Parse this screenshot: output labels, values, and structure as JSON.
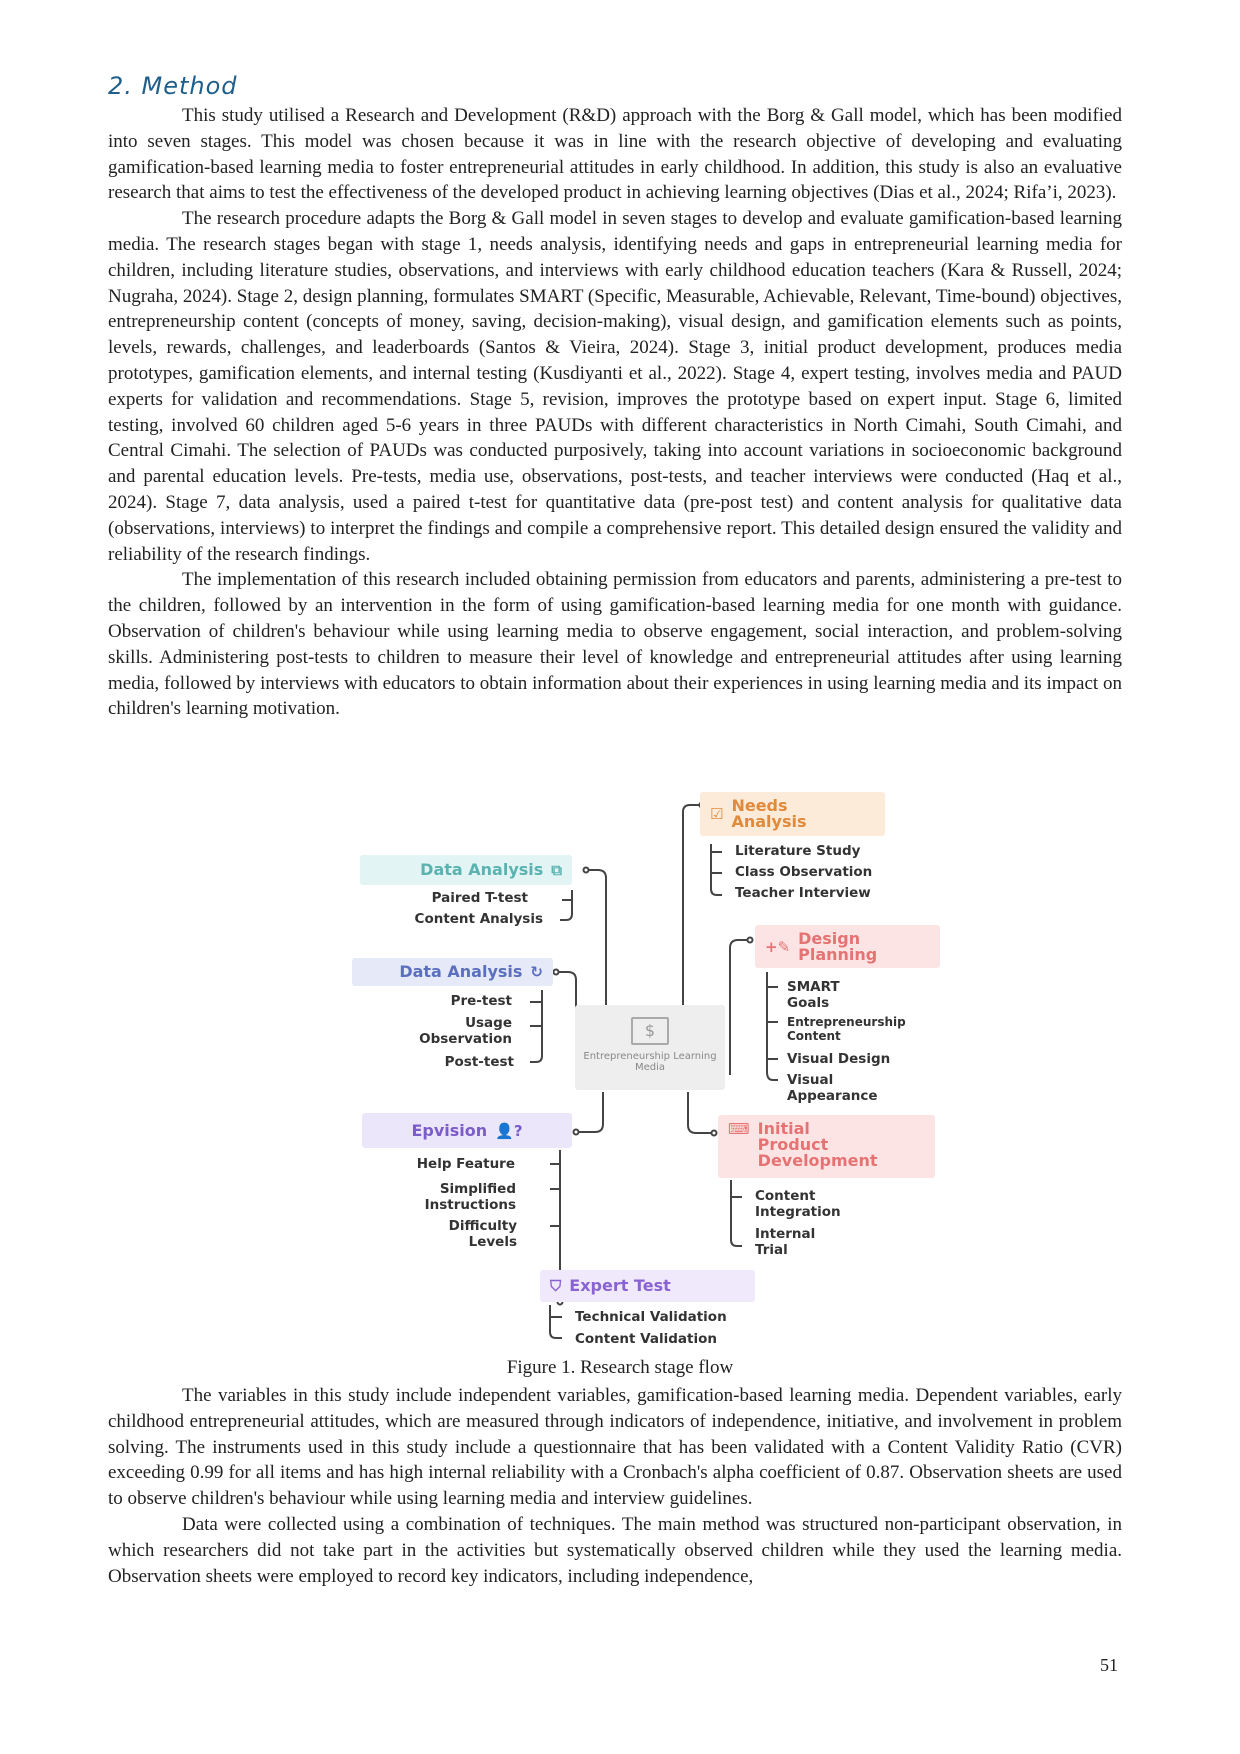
{
  "section": {
    "heading": "2. Method"
  },
  "intro_paragraphs": [
    "This study utilised a Research and Development (R&D) approach with the Borg & Gall model, which has been modified into seven stages. This model was chosen because it was in line with the research objective of developing and evaluating gamification-based learning media to foster entrepreneurial attitudes in early childhood. In addition, this study is also an evaluative research that aims to test the effectiveness of the developed product in achieving learning objectives (Dias et al., 2024; Rifa’i, 2023).",
    "The research procedure adapts the Borg & Gall model in seven stages to develop and evaluate gamification-based learning media. The research stages began with stage 1, needs analysis, identifying needs and gaps in entrepreneurial learning media for children, including literature studies, observations, and interviews with early childhood education teachers (Kara & Russell, 2024; Nugraha, 2024). Stage 2, design planning, formulates SMART (Specific, Measurable, Achievable, Relevant, Time-bound) objectives, entrepreneurship content (concepts of money, saving, decision-making), visual design, and gamification elements such as points, levels, rewards, challenges, and leaderboards (Santos & Vieira, 2024). Stage 3, initial product development, produces media prototypes, gamification elements, and internal testing (Kusdiyanti et al., 2022). Stage 4, expert testing, involves media and PAUD experts for validation and recommendations. Stage 5, revision, improves the prototype based on expert input. Stage 6, limited testing, involved 60 children aged 5-6 years in three PAUDs with different characteristics in North Cimahi, South Cimahi, and Central Cimahi. The selection of PAUDs was conducted purposively, taking into account variations in socioeconomic background and parental education levels. Pre-tests, media use, observations, post-tests, and teacher interviews were conducted  (Haq et al., 2024). Stage 7, data analysis, used a paired t-test for quantitative data (pre-post test) and content analysis for qualitative data (observations, interviews) to interpret the findings and compile a comprehensive report. This detailed design ensured the validity and reliability of the research findings.",
    "The implementation of this research included obtaining permission from educators and parents, administering a pre-test to the children, followed by an intervention in the form of using gamification-based learning media for one month with guidance. Observation of children's behaviour while using learning media to observe engagement, social interaction, and problem-solving skills. Administering post-tests to children to measure their level of knowledge and entrepreneurial attitudes after using learning media, followed by interviews with educators to obtain information about their experiences in using learning media and its impact on children's learning motivation."
  ],
  "figure": {
    "caption": "Figure 1. Research stage flow",
    "center": {
      "label": "Entrepreneurship Learning Media",
      "icon": "monitor-dollar-icon",
      "glyph": "$"
    },
    "nodes": {
      "needs": {
        "title": "Needs\nAnalysis",
        "icon": "checkbox-icon",
        "glyph": "☑",
        "color": "#e08a3c",
        "bg": "#fdebd9",
        "items": [
          "Literature Study",
          "Class Observation",
          "Teacher Interview"
        ]
      },
      "design": {
        "title": "Design\nPlanning",
        "icon": "design-pencil-icon",
        "glyph": "+✎",
        "color": "#e57373",
        "bg": "#fde4e4",
        "items": [
          "SMART\nGoals",
          "Entrepreneurship\nContent",
          "Visual Design",
          "Visual\nAppearance"
        ]
      },
      "initial": {
        "title": "Initial\nProduct\nDevelopment",
        "icon": "presentation-icon",
        "glyph": "⌨",
        "color": "#e57373",
        "bg": "#fde4e4",
        "items": [
          "Content\nIntegration",
          "Internal\nTrial"
        ]
      },
      "expert": {
        "title": "Expert Test",
        "icon": "shield-check-icon",
        "glyph": "⛉",
        "color": "#8a63d2",
        "bg": "#efe9fb",
        "items": [
          "Technical Validation",
          "Content Validation"
        ]
      },
      "revision": {
        "title": "Epvision",
        "icon": "user-question-icon",
        "glyph": "👤?",
        "color": "#7b5cc8",
        "bg": "#ece6fa",
        "items": [
          "Help Feature",
          "Simplified\nInstructions",
          "Difficulty\nLevels"
        ]
      },
      "trial": {
        "title": "Data Analysis",
        "icon": "refresh-arrow-icon",
        "glyph": "↻",
        "color": "#5b6fbf",
        "bg": "#e6e9f8",
        "items": [
          "Pre-test",
          "Usage\nObservation",
          "Post-test"
        ]
      },
      "analysis": {
        "title": "Data Analysis",
        "icon": "flowchart-icon",
        "glyph": "⧉",
        "color": "#5ab3b0",
        "bg": "#e2f4f4",
        "items": [
          "Paired T-test",
          "Content Analysis"
        ]
      }
    }
  },
  "after_paragraphs": [
    "The variables in this study include independent variables, gamification-based learning media. Dependent variables, early childhood entrepreneurial attitudes, which are measured through indicators of independence, initiative, and involvement in problem solving. The instruments used in this study include a questionnaire that has been validated with a Content Validity Ratio (CVR) exceeding 0.99 for all items and has high internal reliability with a Cronbach's alpha coefficient of 0.87. Observation sheets are used to observe children's behaviour while using learning media and interview guidelines.",
    "Data were collected using a combination of techniques. The main method was structured non-participant observation, in which researchers did not take part in the activities but systematically observed children while they used the learning media. Observation sheets were employed to record key indicators, including independence,"
  ],
  "page_number": "51"
}
